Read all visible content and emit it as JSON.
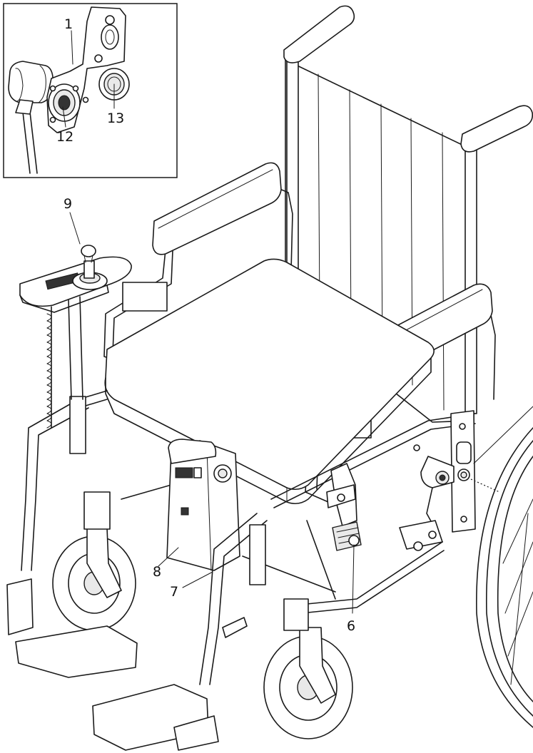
{
  "callouts": {
    "c1": "1",
    "c12": "12",
    "c13": "13",
    "c9": "9",
    "c8": "8",
    "c7": "7",
    "c6": "6"
  }
}
